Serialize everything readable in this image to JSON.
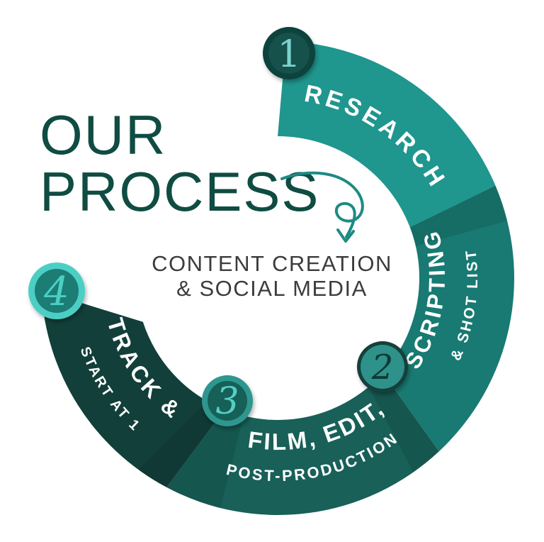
{
  "title": {
    "line1": "OUR",
    "line2": "PROCESS"
  },
  "center_label": {
    "line1": "CONTENT CREATION",
    "line2": "& SOCIAL MEDIA"
  },
  "steps": [
    {
      "number": "1",
      "label": "RESEARCH",
      "sublabel": "",
      "segment_color": "#1F968E",
      "badge": {
        "ring": "#0D423D",
        "disc": "#14514B",
        "numeral": "#7CD3CD"
      }
    },
    {
      "number": "2",
      "label": "SCRIPTING",
      "sublabel": "& SHOT LIST",
      "segment_color": "#187A72",
      "badge": {
        "ring": "#123F3A",
        "disc": "#2E918A",
        "numeral": "#0E3A35"
      }
    },
    {
      "number": "3",
      "label": "FILM, EDIT,",
      "sublabel": "POST-PRODUCTION",
      "segment_color": "#186058",
      "badge": {
        "ring": "#2E968E",
        "disc": "#176058",
        "numeral": "#54CFC5"
      }
    },
    {
      "number": "4",
      "label": "TRACK &",
      "sublabel": "START AT 1",
      "segment_color": "#123F3A",
      "badge": {
        "ring": "#4BCFC5",
        "disc": "#1E7D75",
        "numeral": "#4BCFC5"
      }
    }
  ],
  "colors": {
    "background": "#FFFFFF",
    "title": "#0F4C42",
    "center_text": "#3C3C3C",
    "label_text": "#FFFFFF",
    "arrow": "#1D8B82"
  }
}
